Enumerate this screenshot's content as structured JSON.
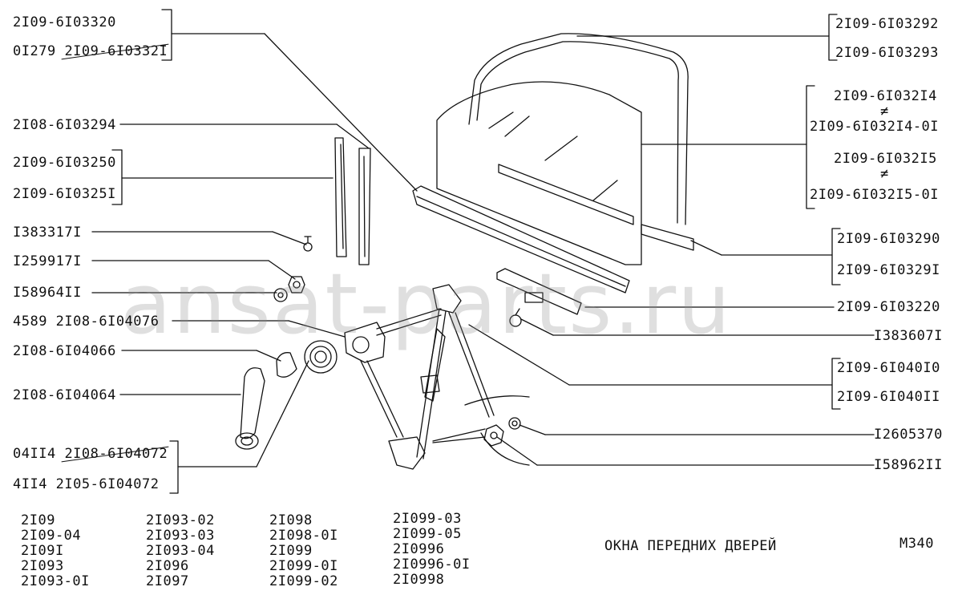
{
  "watermark": "ansat-parts.ru",
  "title": "ОКНА ПЕРЕДНИХ ДВЕРЕЙ",
  "sheet_code": "М340",
  "left_labels": {
    "l1": "2I09-6I03320",
    "l2_prefix": "0I279",
    "l2_struck": "2I09-6I0332I",
    "l3": "2I08-6I03294",
    "l4": "2I09-6I03250",
    "l5": "2I09-6I0325I",
    "l6": "I383317I",
    "l7": "I259917I",
    "l8": "I58964II",
    "l9": "4589 2I08-6I04076",
    "l10": "2I08-6I04066",
    "l11": "2I08-6I04064",
    "l12_prefix": "04II4",
    "l12_struck": "2I08-6I04072",
    "l13": "4II4 2I05-6I04072"
  },
  "right_labels": {
    "r1": "2I09-6I03292",
    "r2": "2I09-6I03293",
    "r3": "2I09-6I032I4",
    "r3n": "≠",
    "r4": "2I09-6I032I4-0I",
    "r5": "2I09-6I032I5",
    "r5n": "≠",
    "r6": "2I09-6I032I5-0I",
    "r7": "2I09-6I03290",
    "r8": "2I09-6I0329I",
    "r9": "2I09-6I03220",
    "r10": "I383607I",
    "r11": "2I09-6I040I0",
    "r12": "2I09-6I040II",
    "r13": "I2605370",
    "r14": "I58962II"
  },
  "models": {
    "col1": [
      "2I09",
      "2I09-04",
      "2I09I",
      "2I093",
      "2I093-0I"
    ],
    "col2": [
      "2I093-02",
      "2I093-03",
      "2I093-04",
      "2I096",
      "2I097"
    ],
    "col3": [
      "2I098",
      "2I098-0I",
      "2I099",
      "2I099-0I",
      "2I099-02"
    ],
    "col4": [
      "2I099-03",
      "2I099-05",
      "2I0996",
      "2I0996-0I",
      "2I0998"
    ]
  }
}
